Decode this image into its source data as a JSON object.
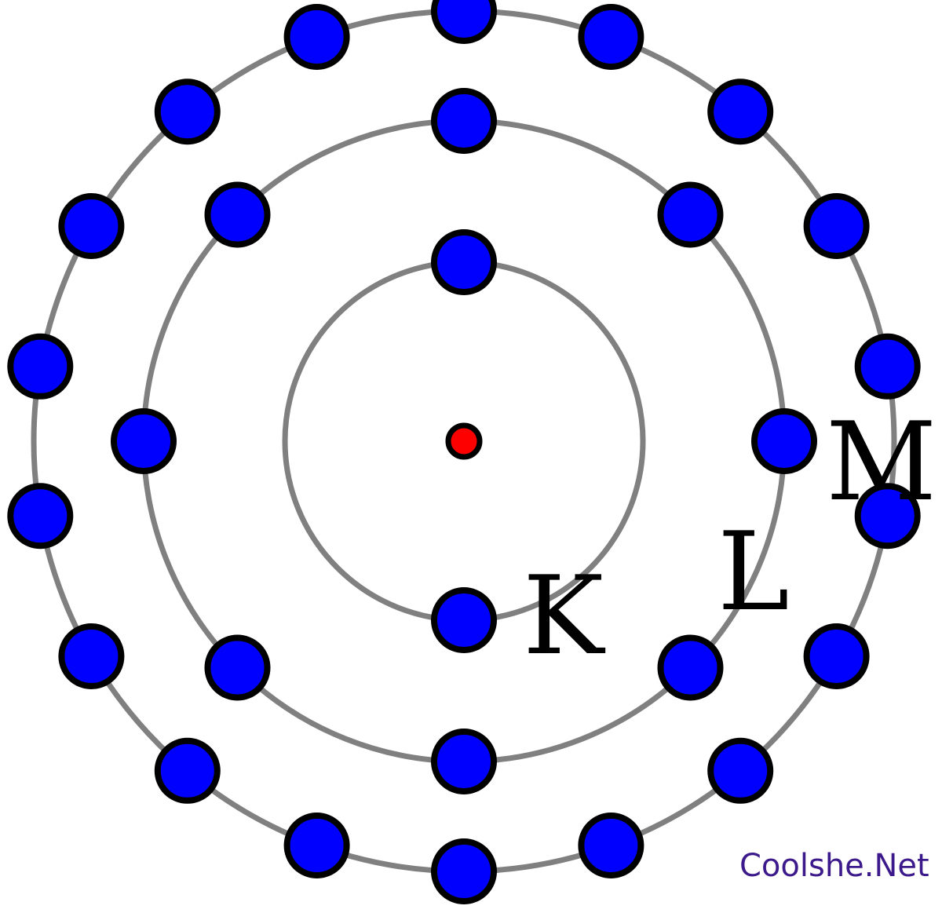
{
  "diagram": {
    "colors": {
      "electron_fill": "#0000ff",
      "electron_stroke": "#000000",
      "nucleus_fill": "#ff0000",
      "orbit_stroke": "#808080",
      "label_color": "#000000",
      "watermark_color": "#3d1a8c",
      "background": "#ffffff"
    },
    "nucleus": {
      "name": "nucleus"
    },
    "shells": [
      {
        "label": "K",
        "electron_count": 2
      },
      {
        "label": "L",
        "electron_count": 8
      },
      {
        "label": "M",
        "electron_count": 18
      }
    ],
    "watermark": "Coolshe.Net"
  }
}
